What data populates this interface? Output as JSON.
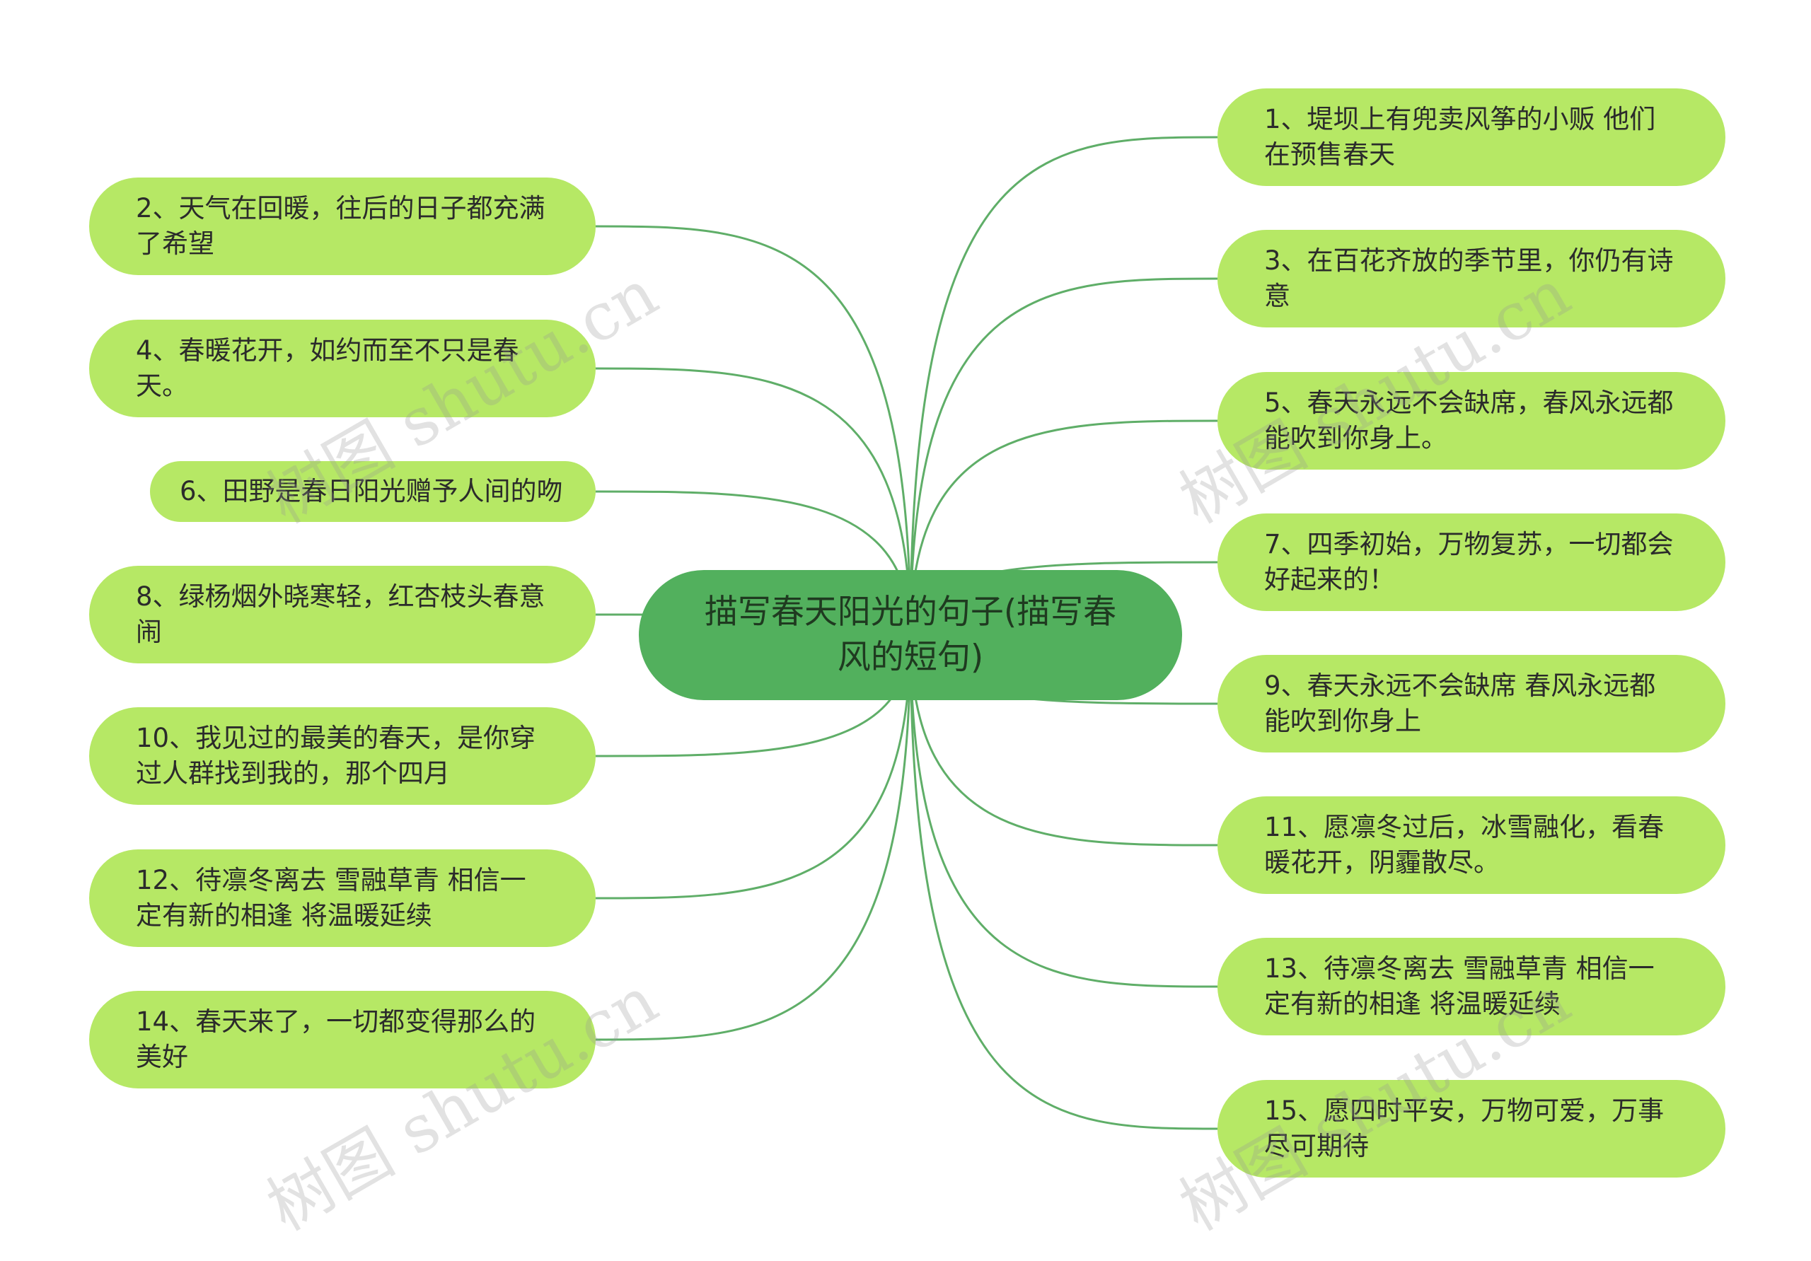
{
  "center_topic": "描写春天阳光的句子(描写春风的短句)",
  "left_nodes": [
    {
      "text": "2、天气在回暖，往后的日子都充满了希望"
    },
    {
      "text": "4、春暖花开，如约而至不只是春天。"
    },
    {
      "text": "6、田野是春日阳光赠予人间的吻"
    },
    {
      "text": "8、绿杨烟外晓寒轻，红杏枝头春意闹"
    },
    {
      "text": "10、我见过的最美的春天，是你穿过人群找到我的，那个四月"
    },
    {
      "text": "12、待凛冬离去 雪融草青 相信一定有新的相逢 将温暖延续"
    },
    {
      "text": "14、春天来了，一切都变得那么的美好"
    }
  ],
  "right_nodes": [
    {
      "text": "1、堤坝上有兜卖风筝的小贩 他们在预售春天"
    },
    {
      "text": "3、在百花齐放的季节里，你仍有诗意"
    },
    {
      "text": "5、春天永远不会缺席，春风永远都能吹到你身上。"
    },
    {
      "text": "7、四季初始，万物复苏，一切都会好起来的！"
    },
    {
      "text": "9、春天永远不会缺席 春风永远都能吹到你身上"
    },
    {
      "text": "11、愿凛冬过后，冰雪融化，看春暖花开，阴霾散尽。"
    },
    {
      "text": "13、待凛冬离去 雪融草青 相信一定有新的相逢 将温暖延续"
    },
    {
      "text": "15、愿四时平安，万物可爱，万事尽可期待"
    }
  ],
  "watermark_text": "树图 shutu.cn",
  "colors": {
    "node_fill": "#b6e865",
    "center_fill": "#52b05d",
    "link_stroke": "#5fae68"
  }
}
